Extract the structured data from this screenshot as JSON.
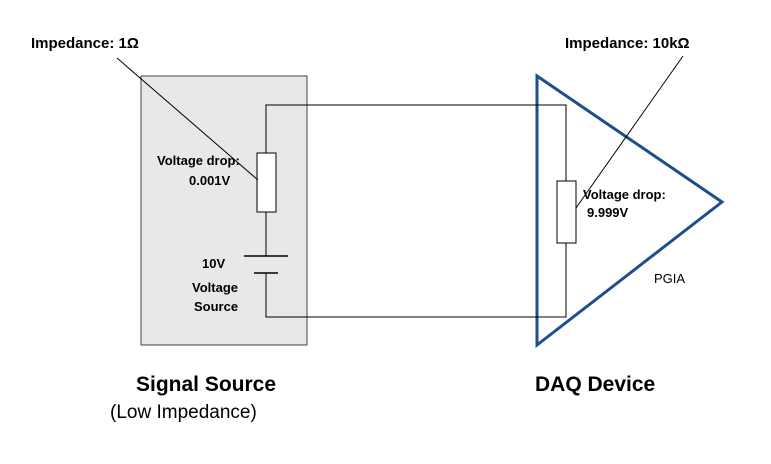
{
  "labels": {
    "source_impedance": "Impedance: 1Ω",
    "daq_impedance": "Impedance: 10kΩ",
    "source_drop_title": "Voltage drop:",
    "source_drop_value": "0.001V",
    "daq_drop_title": "Voltage drop:",
    "daq_drop_value": "9.999V",
    "source_voltage": "10V",
    "source_type_line1": "Voltage",
    "source_type_line2": "Source",
    "amplifier": "PGIA",
    "signal_source_title": "Signal Source",
    "signal_source_subtitle": "(Low Impedance)",
    "daq_title": "DAQ Device"
  },
  "colors": {
    "source_box_fill": "#e8e8e8",
    "amplifier_stroke": "#1f4e8c",
    "wire": "#000000"
  }
}
